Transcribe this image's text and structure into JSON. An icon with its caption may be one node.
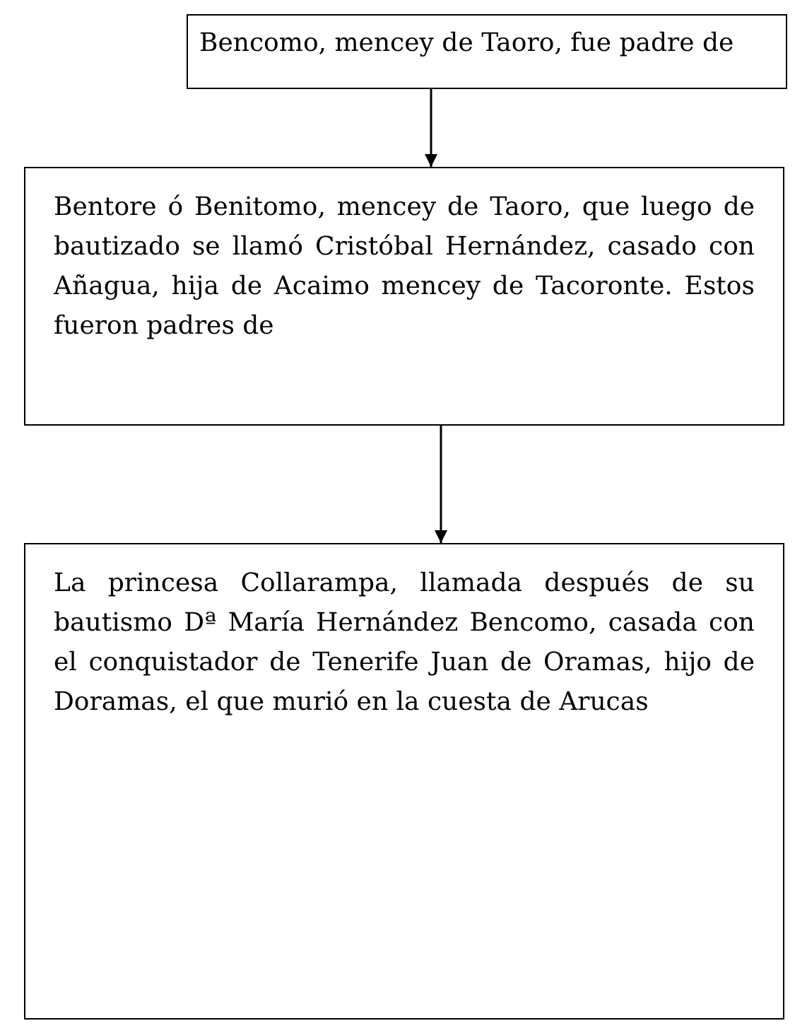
{
  "diagram": {
    "nodes": [
      {
        "text": [
          "Bencomo, mencey de Taoro, fue padre de"
        ]
      },
      {
        "text": [
          "Bentore ó Benitomo, mencey de Taoro, que luego de bautizado se llamó Cristóbal Hernández, casado con Añagua, hija de Acaimo mencey de Tacoronte. Estos fueron padres de"
        ]
      },
      {
        "text": [
          "La princesa Collarampa, llamada después de su bautismo Dª María Hernández Bencomo, casada con el conquistador de Tenerife Juan de Oramas, hijo de Doramas, el que murió en la cuesta de Arucas"
        ]
      }
    ],
    "edges": [
      {
        "from": 0,
        "to": 1,
        "arrow": "to"
      },
      {
        "from": 1,
        "to": 2,
        "arrow": "to"
      }
    ]
  }
}
